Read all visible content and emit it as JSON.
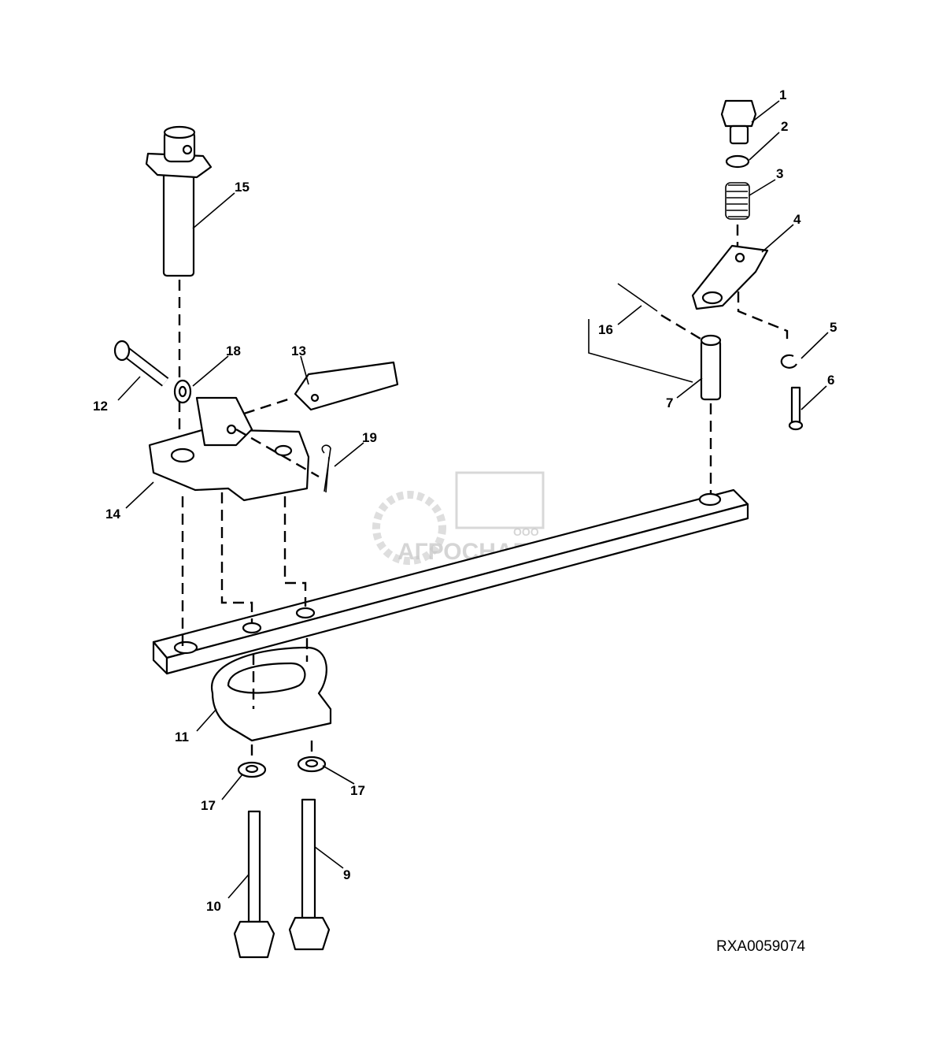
{
  "diagram": {
    "callouts": {
      "c1": "1",
      "c2": "2",
      "c3": "3",
      "c4": "4",
      "c5": "5",
      "c6": "6",
      "c7": "7",
      "c9": "9",
      "c10": "10",
      "c11": "11",
      "c12": "12",
      "c13": "13",
      "c14": "14",
      "c15": "15",
      "c16": "16",
      "c17a": "17",
      "c17b": "17",
      "c18": "18",
      "c19": "19"
    },
    "figure_code": "RXA0059074",
    "watermark": {
      "company_prefix": "ООО",
      "company_name": "АГРОСНАБ"
    }
  }
}
